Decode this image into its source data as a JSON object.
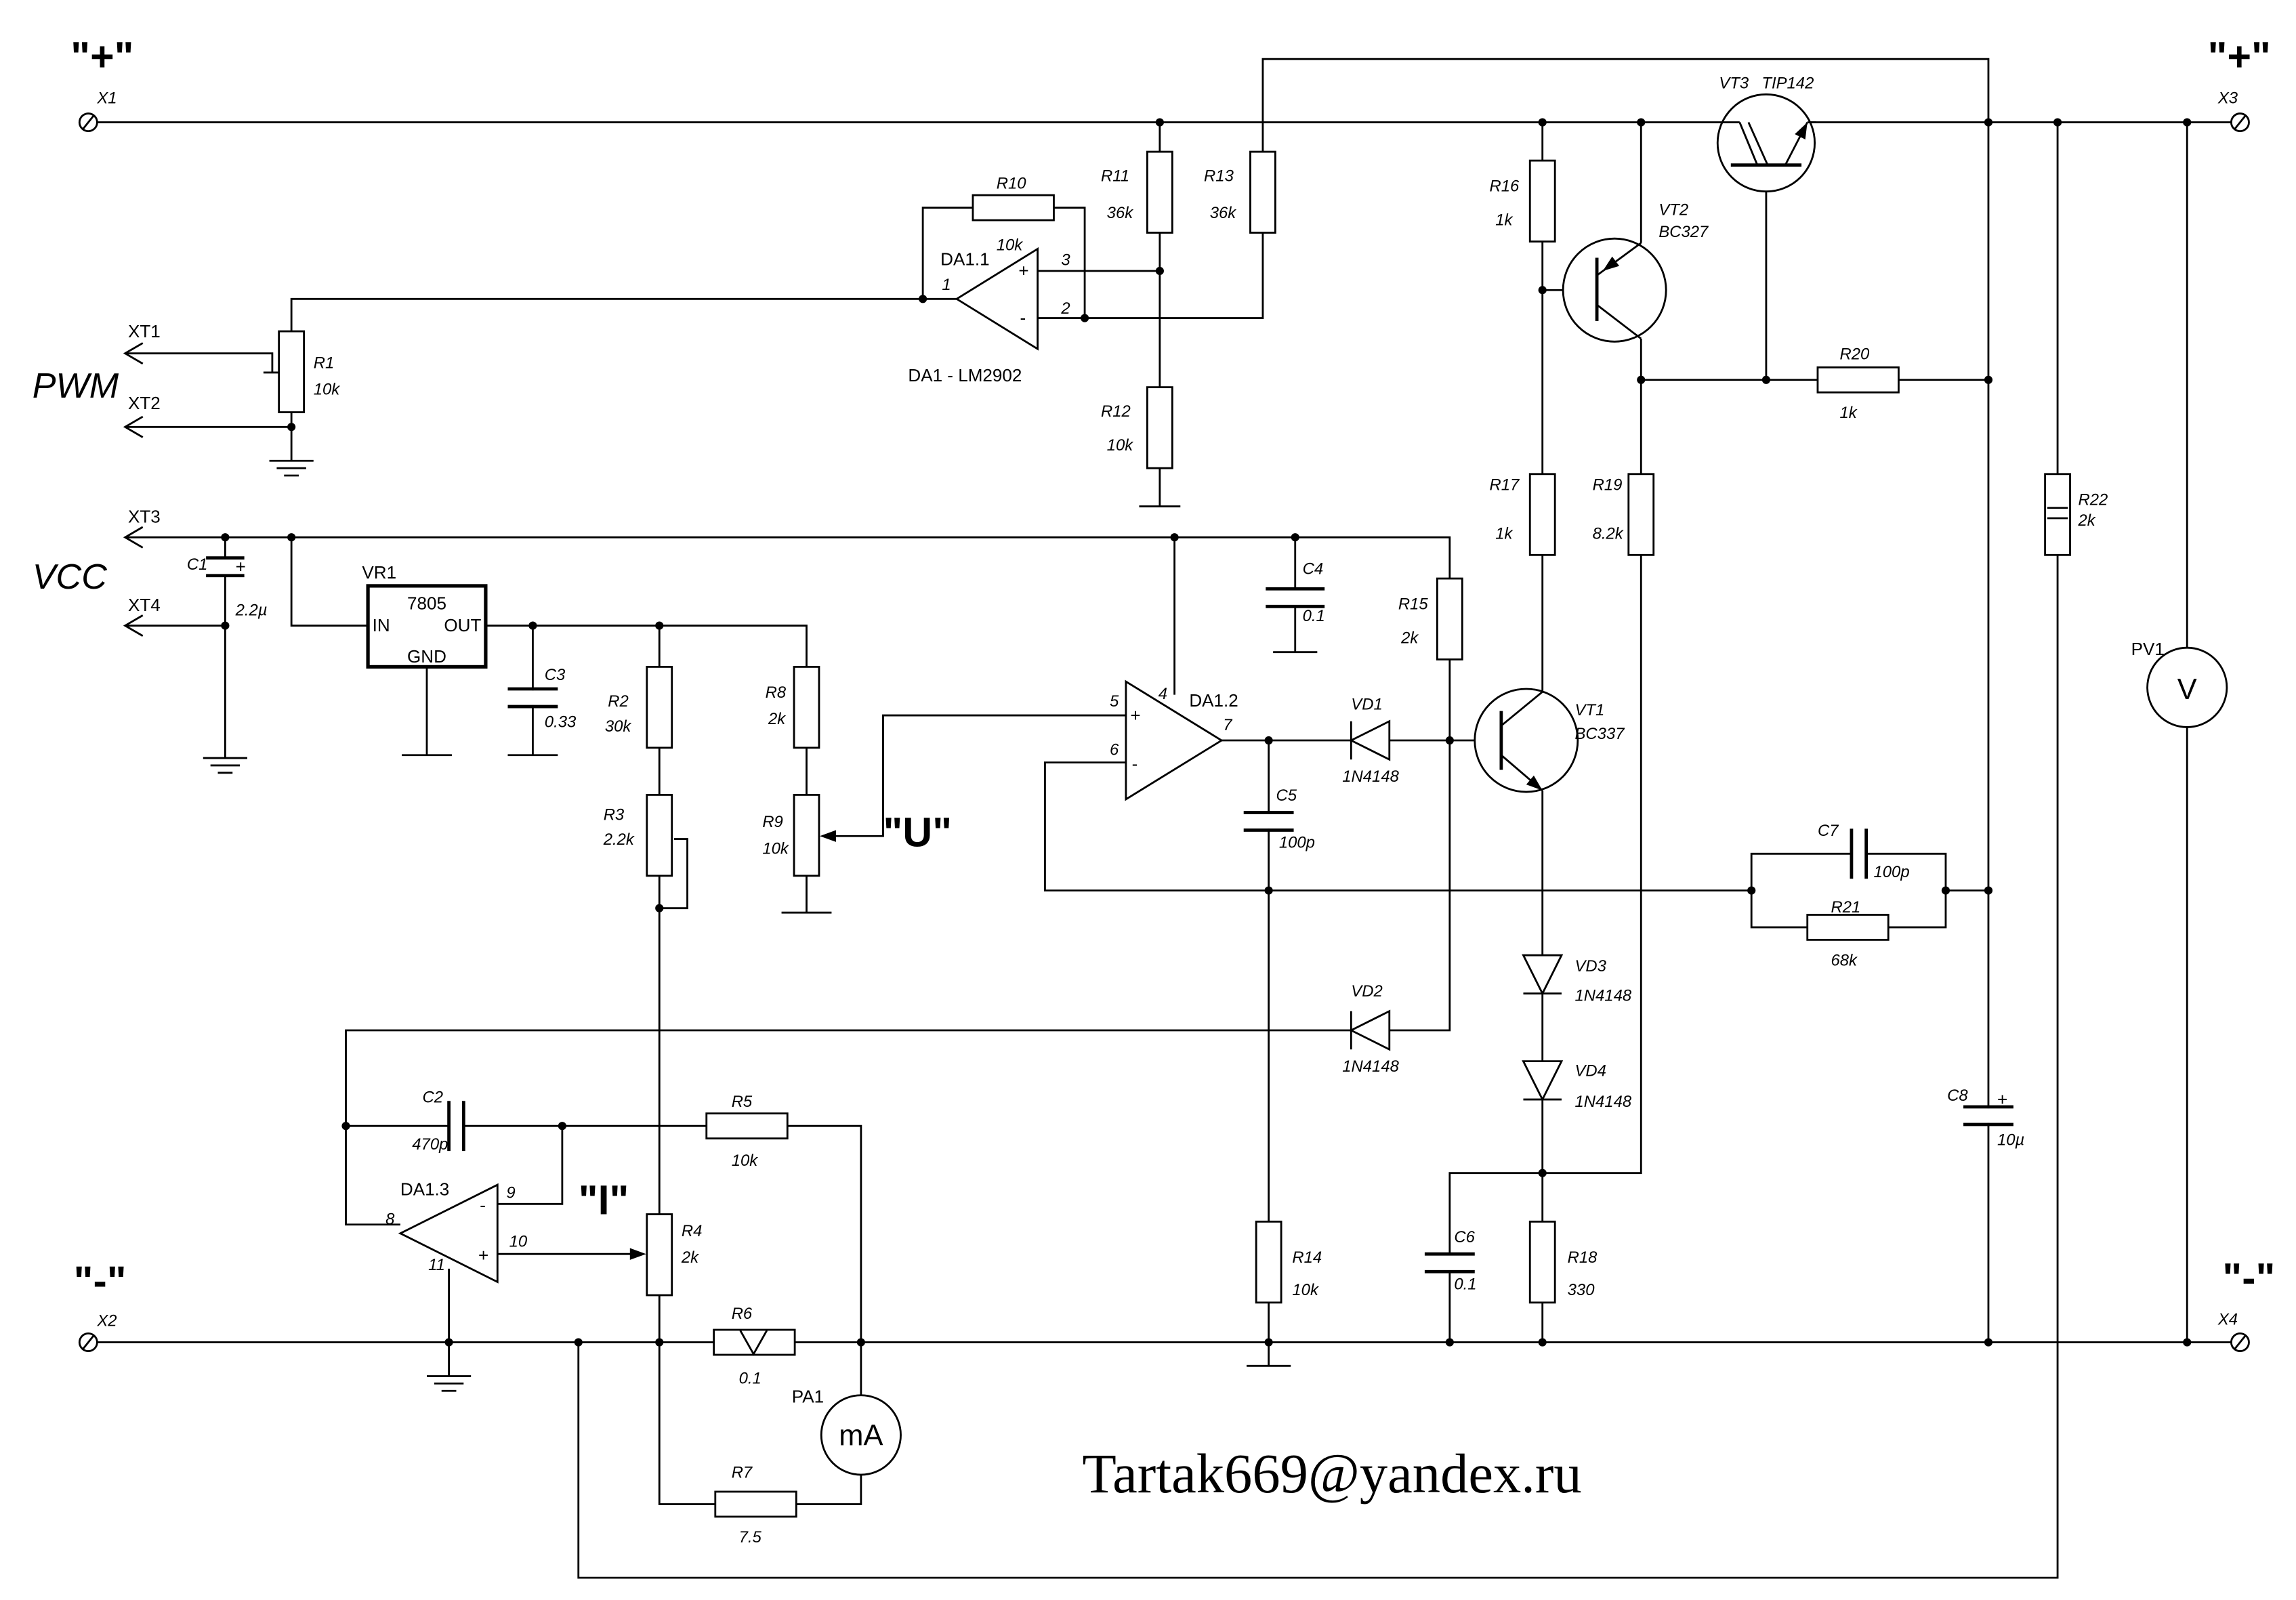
{
  "terminals": {
    "X1": {
      "ref": "X1",
      "polarity": "\"+\""
    },
    "X3": {
      "ref": "X3",
      "polarity": "\"+\""
    },
    "X2": {
      "ref": "X2",
      "polarity": "\"-\""
    },
    "X4": {
      "ref": "X4",
      "polarity": "\"-\""
    }
  },
  "connectors": {
    "XT1": "XT1",
    "XT2": "XT2",
    "XT3": "XT3",
    "XT4": "XT4"
  },
  "net_labels": {
    "pwm": "PWM",
    "vcc": "VCC",
    "u": "\"U\"",
    "i": "\"I\""
  },
  "components": {
    "R1": {
      "ref": "R1",
      "value": "10k"
    },
    "R2": {
      "ref": "R2",
      "value": "30k"
    },
    "R3": {
      "ref": "R3",
      "value": "2.2k"
    },
    "R4": {
      "ref": "R4",
      "value": "2k"
    },
    "R5": {
      "ref": "R5",
      "value": "10k"
    },
    "R6": {
      "ref": "R6",
      "value": "0.1"
    },
    "R7": {
      "ref": "R7",
      "value": "7.5"
    },
    "R8": {
      "ref": "R8",
      "value": "2k"
    },
    "R9": {
      "ref": "R9",
      "value": "10k"
    },
    "R10": {
      "ref": "R10",
      "value": "10k"
    },
    "R11": {
      "ref": "R11",
      "value": "36k"
    },
    "R12": {
      "ref": "R12",
      "value": "10k"
    },
    "R13": {
      "ref": "R13",
      "value": "36k"
    },
    "R14": {
      "ref": "R14",
      "value": "10k"
    },
    "R15": {
      "ref": "R15",
      "value": "2k"
    },
    "R16": {
      "ref": "R16",
      "value": "1k"
    },
    "R17": {
      "ref": "R17",
      "value": "1k"
    },
    "R18": {
      "ref": "R18",
      "value": "330"
    },
    "R19": {
      "ref": "R19",
      "value": "8.2k"
    },
    "R20": {
      "ref": "R20",
      "value": "1k"
    },
    "R21": {
      "ref": "R21",
      "value": "68k"
    },
    "R22": {
      "ref": "R22",
      "value": "2k"
    },
    "C1": {
      "ref": "C1",
      "value": "2.2µ",
      "polarity": "+"
    },
    "C2": {
      "ref": "C2",
      "value": "470p"
    },
    "C3": {
      "ref": "C3",
      "value": "0.33"
    },
    "C4": {
      "ref": "C4",
      "value": "0.1"
    },
    "C5": {
      "ref": "C5",
      "value": "100p"
    },
    "C6": {
      "ref": "C6",
      "value": "0.1"
    },
    "C7": {
      "ref": "C7",
      "value": "100p"
    },
    "C8": {
      "ref": "C8",
      "value": "10µ",
      "polarity": "+"
    },
    "VD1": {
      "ref": "VD1",
      "value": "1N4148"
    },
    "VD2": {
      "ref": "VD2",
      "value": "1N4148"
    },
    "VD3": {
      "ref": "VD3",
      "value": "1N4148"
    },
    "VD4": {
      "ref": "VD4",
      "value": "1N4148"
    },
    "VT1": {
      "ref": "VT1",
      "value": "BC337"
    },
    "VT2": {
      "ref": "VT2",
      "value": "BC327"
    },
    "VT3": {
      "ref": "VT3",
      "value": "TIP142"
    }
  },
  "ics": {
    "DA1_1": {
      "ref": "DA1.1",
      "pins": {
        "out": "1",
        "plus": "3",
        "minus": "2"
      }
    },
    "DA1_2": {
      "ref": "DA1.2",
      "pins": {
        "plus": "5",
        "minus": "6",
        "vcc": "4",
        "out": "7"
      }
    },
    "DA1_3": {
      "ref": "DA1.3",
      "pins": {
        "out": "8",
        "minus": "9",
        "plus": "10",
        "gnd": "11"
      }
    },
    "op_amp_inputs": {
      "plus": "+",
      "minus": "-"
    },
    "note": "DA1 - LM2902"
  },
  "vr1": {
    "ref": "VR1",
    "part": "7805",
    "in": "IN",
    "out": "OUT",
    "gnd": "GND"
  },
  "meters": {
    "PV1": {
      "ref": "PV1",
      "symbol": "V"
    },
    "PA1": {
      "ref": "PA1",
      "symbol": "mA"
    }
  },
  "author_email": "Tartak669@yandex.ru"
}
